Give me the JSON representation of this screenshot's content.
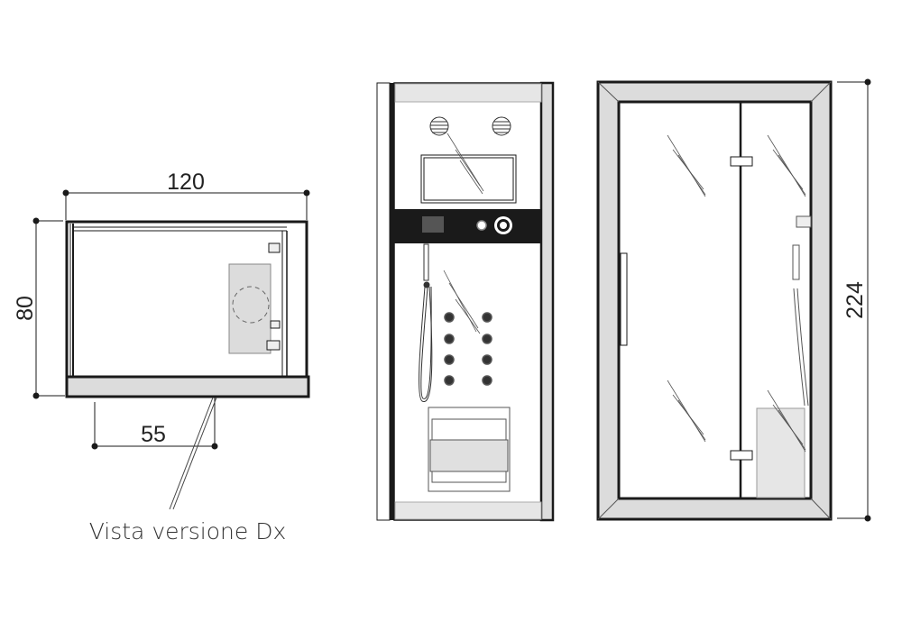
{
  "dimensions": {
    "width": "120",
    "depth": "80",
    "seat_offset": "55",
    "height": "224"
  },
  "caption": "Vista versione Dx",
  "colors": {
    "line": "#1a1a1a",
    "panel": "#dcdcdc",
    "control_band": "#1a1a1a",
    "display": "#555555"
  }
}
